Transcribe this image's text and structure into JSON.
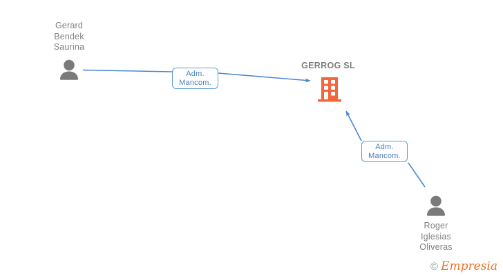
{
  "diagram": {
    "type": "company-relationship-graph",
    "background_color": "#ffffff",
    "edge_color": "#4a86d4",
    "person_icon_color": "#7a7a7a",
    "company_icon_color": "#f4653a",
    "label_text_color": "#808080",
    "relation_box_border_color": "#5b9bd5",
    "relation_box_text_color": "#4a7ebb"
  },
  "nodes": {
    "person_left": {
      "name": "Gerard\nBendek\nSaurina",
      "icon": "person-icon"
    },
    "company": {
      "name": "GERROG SL",
      "icon": "building-icon"
    },
    "person_bottom_right": {
      "name": "Roger\nIglesias\nOliveras",
      "icon": "person-icon"
    }
  },
  "edges": [
    {
      "from": "person_left",
      "to": "company",
      "label": "Adm.\nMancom."
    },
    {
      "from": "person_bottom_right",
      "to": "company",
      "label": "Adm.\nMancom."
    }
  ],
  "watermark": {
    "copyright": "©",
    "brand": "Empresia"
  }
}
